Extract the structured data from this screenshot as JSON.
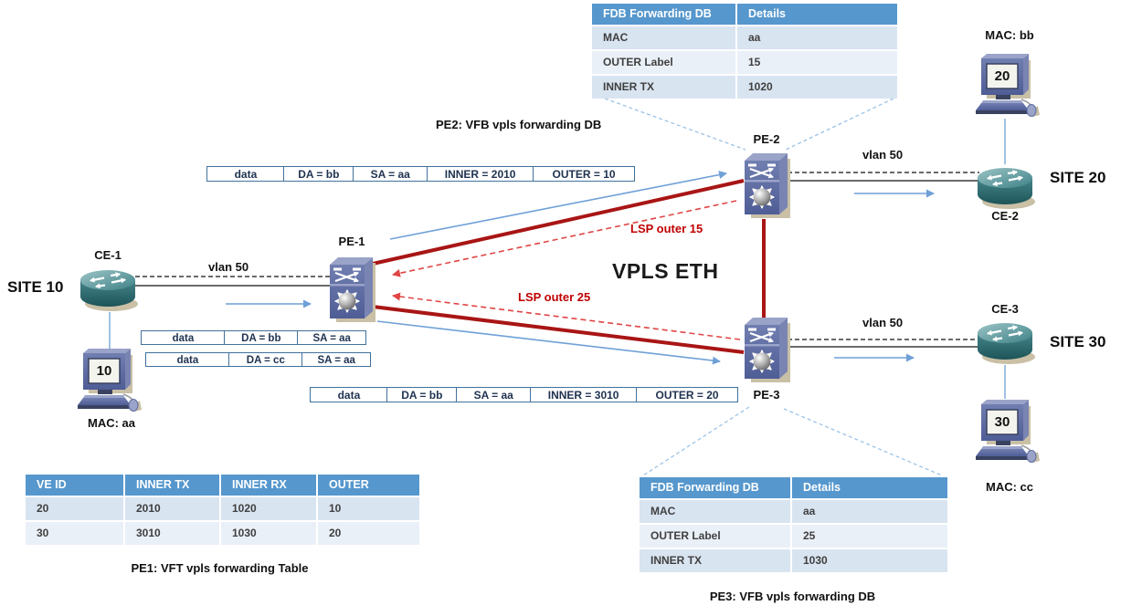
{
  "labels": {
    "core": "VPLS ETH",
    "vlan_left": "vlan 50",
    "vlan_right_top": "vlan 50",
    "vlan_right_bottom": "vlan 50",
    "lsp15": "LSP outer 15",
    "lsp25": "LSP outer 25"
  },
  "tables": {
    "pe2": {
      "caption": "PE2: VFB vpls forwarding DB",
      "headers": [
        "FDB Forwarding DB",
        "Details"
      ],
      "rows": [
        [
          "MAC",
          "aa"
        ],
        [
          "OUTER Label",
          "15"
        ],
        [
          "INNER TX",
          "1020"
        ]
      ]
    },
    "pe1": {
      "caption": "PE1: VFT vpls forwarding Table",
      "headers": [
        "VE ID",
        "INNER TX",
        "INNER RX",
        "OUTER"
      ],
      "rows": [
        [
          "20",
          "2010",
          "1020",
          "10"
        ],
        [
          "30",
          "3010",
          "1030",
          "20"
        ]
      ]
    },
    "pe3": {
      "caption": "PE3: VFB vpls forwarding DB",
      "headers": [
        "FDB Forwarding DB",
        "Details"
      ],
      "rows": [
        [
          "MAC",
          "aa"
        ],
        [
          "OUTER Label",
          "25"
        ],
        [
          "INNER TX",
          "1030"
        ]
      ]
    }
  },
  "packets": {
    "top": {
      "cells": [
        "data",
        "DA = bb",
        "SA = aa",
        "INNER = 2010",
        "OUTER = 10"
      ]
    },
    "left1": {
      "cells": [
        "data",
        "DA = bb",
        "SA = aa"
      ]
    },
    "left2": {
      "cells": [
        "data",
        "DA = cc",
        "SA = aa"
      ]
    },
    "bottom": {
      "cells": [
        "data",
        "DA = bb",
        "SA = aa",
        "INNER = 3010",
        "OUTER = 20"
      ]
    }
  },
  "nodes": {
    "pe1": "PE-1",
    "pe2": "PE-2",
    "pe3": "PE-3",
    "ce1": "CE-1",
    "ce2": "CE-2",
    "ce3": "CE-3",
    "site10": "SITE 10",
    "site20": "SITE 20",
    "site30": "SITE 30",
    "pc10": {
      "screen": "10",
      "mac": "MAC: aa"
    },
    "pc20": {
      "screen": "20",
      "mac": "MAC: bb"
    },
    "pc30": {
      "screen": "30",
      "mac": "MAC: cc"
    }
  },
  "colors": {
    "table_header": "#5697CD",
    "row_dark": "#D9E4F1",
    "row_light": "#EAF0F8",
    "lsp_solid": "#A91515",
    "lsp_dashed": "#E04545",
    "flow_arrow": "#6FA0D7",
    "pointer_dashed": "#9DC3E6",
    "packet_border": "#41719C"
  }
}
